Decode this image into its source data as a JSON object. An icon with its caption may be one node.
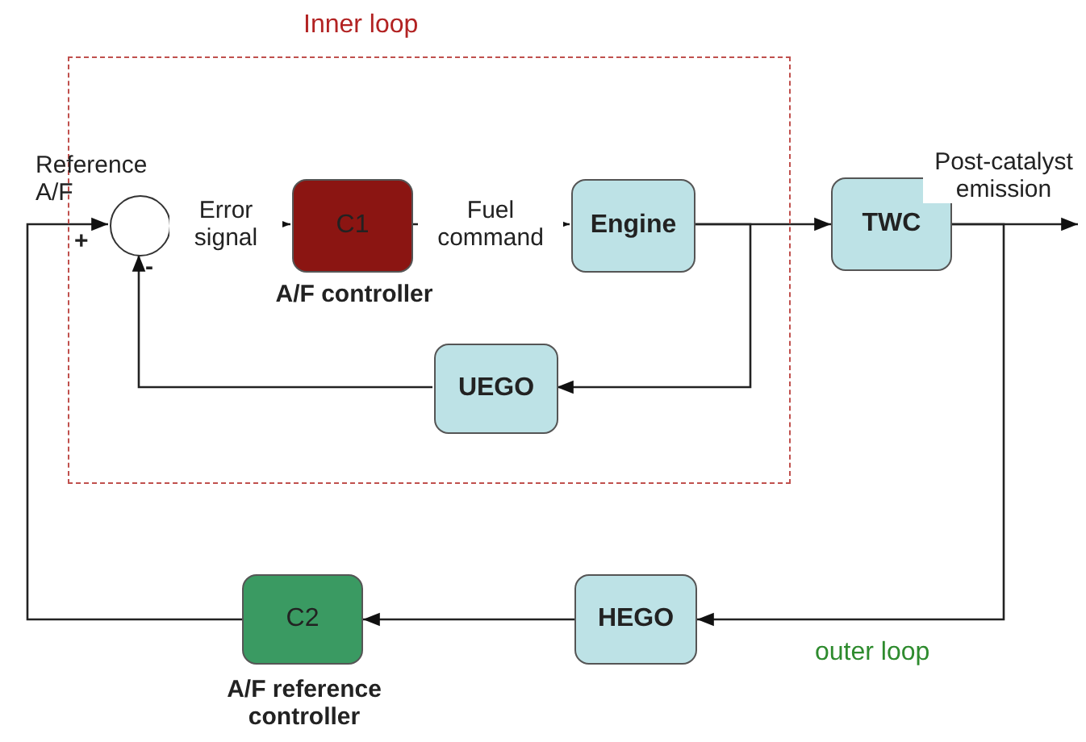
{
  "diagram": {
    "nodes": [
      {
        "text": [
          "Inner loop"
        ]
      },
      {
        "text": [],
        "shape": "circle",
        "in": 0
      },
      {
        "text": [
          "C1"
        ],
        "beside": [
          "A/F controller"
        ],
        "in": 0
      },
      {
        "text": [
          "Engine"
        ],
        "in": 0
      },
      {
        "text": [
          "UEGO"
        ],
        "in": 0
      },
      {
        "text": [
          "TWC"
        ]
      },
      {
        "text": [
          "HEGO"
        ]
      },
      {
        "text": [
          "C2"
        ],
        "beside": [
          "A/F reference controller"
        ]
      }
    ],
    "edges": [
      {
        "from": 1,
        "to": 2,
        "arrow": "to",
        "label": "Error signal"
      },
      {
        "from": 2,
        "to": 3,
        "arrow": "to",
        "label": "Fuel command"
      },
      {
        "from": 3,
        "to": 5,
        "arrow": "to"
      },
      {
        "from": 3,
        "to": 4,
        "arrow": "to"
      },
      {
        "from": 4,
        "to": 1,
        "arrow": "to"
      },
      {
        "from": 5,
        "to": null,
        "arrow": "to",
        "label": "Post-catalyst emission"
      },
      {
        "from": 5,
        "to": 6,
        "arrow": "to"
      },
      {
        "from": 6,
        "to": 7,
        "arrow": "to"
      },
      {
        "from": 7,
        "to": 1,
        "arrow": "to"
      }
    ],
    "labels": [
      "Reference A/F",
      "+",
      "-",
      "outer loop"
    ]
  }
}
